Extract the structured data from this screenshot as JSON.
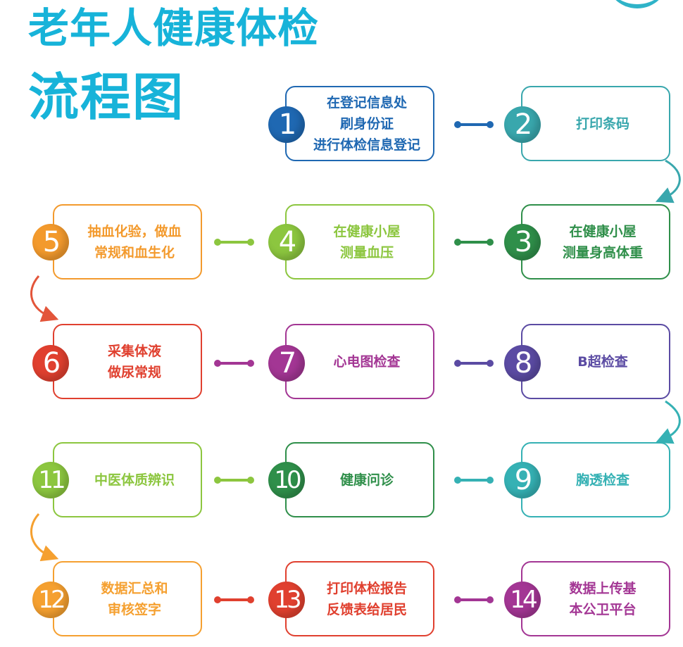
{
  "title": {
    "line1": "老年人健康体检",
    "line2": "流程图"
  },
  "steps": [
    {
      "num": "1",
      "label": "在登记信息处\n刷身份证\n进行体检信息登记",
      "color": "#1f68b2"
    },
    {
      "num": "2",
      "label": "打印条码",
      "color": "#39a7ad"
    },
    {
      "num": "3",
      "label": "在健康小屋\n测量身高体重",
      "color": "#2f8f4a"
    },
    {
      "num": "4",
      "label": "在健康小屋\n测量血压",
      "color": "#8cc63f"
    },
    {
      "num": "5",
      "label": "抽血化验，做血\n常规和血生化",
      "color": "#f39a2d"
    },
    {
      "num": "6",
      "label": "采集体液\n做尿常规",
      "color": "#e0402f"
    },
    {
      "num": "7",
      "label": "心电图检查",
      "color": "#a33694"
    },
    {
      "num": "8",
      "label": "B超检查",
      "color": "#5b4ba3"
    },
    {
      "num": "9",
      "label": "胸透检查",
      "color": "#35b1b4"
    },
    {
      "num": "10",
      "label": "健康问诊",
      "color": "#2f8f4a"
    },
    {
      "num": "11",
      "label": "中医体质辨识",
      "color": "#8cc63f"
    },
    {
      "num": "12",
      "label": "数据汇总和\n审核签字",
      "color": "#f5a030"
    },
    {
      "num": "13",
      "label": "打印体检报告\n反馈表给居民",
      "color": "#e0402f"
    },
    {
      "num": "14",
      "label": "数据上传基\n本公卫平台",
      "color": "#a33694"
    }
  ]
}
